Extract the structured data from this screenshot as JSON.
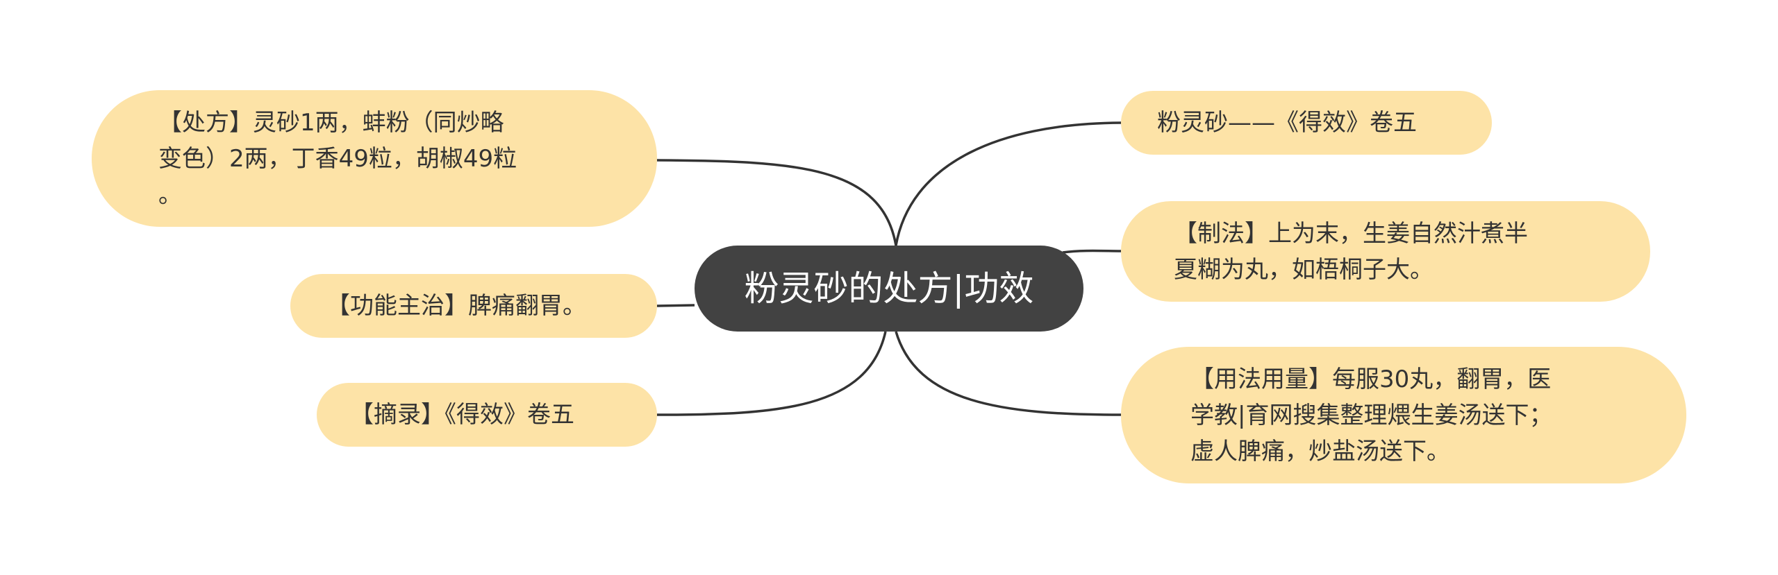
{
  "central": {
    "title": "粉灵砂的处方|功效"
  },
  "left_branches": {
    "prescription": "【处方】灵砂1两，蚌粉（同炒略\n变色）2两，丁香49粒，胡椒49粒\n。",
    "indications": "【功能主治】脾痛翻胃。",
    "excerpt": "【摘录】《得效》卷五"
  },
  "right_branches": {
    "source": "粉灵砂——《得效》卷五",
    "method": "【制法】上为末，生姜自然汁煮半\n夏糊为丸，如梧桐子大。",
    "usage": "【用法用量】每服30丸，翻胃，医\n学教|育网搜集整理煨生姜汤送下；\n虚人脾痛，炒盐汤送下。"
  },
  "colors": {
    "central_fill": "#424242",
    "central_text": "#ffffff",
    "branch_fill": "#fde3a7",
    "branch_text": "#333333",
    "connector": "#333333"
  }
}
